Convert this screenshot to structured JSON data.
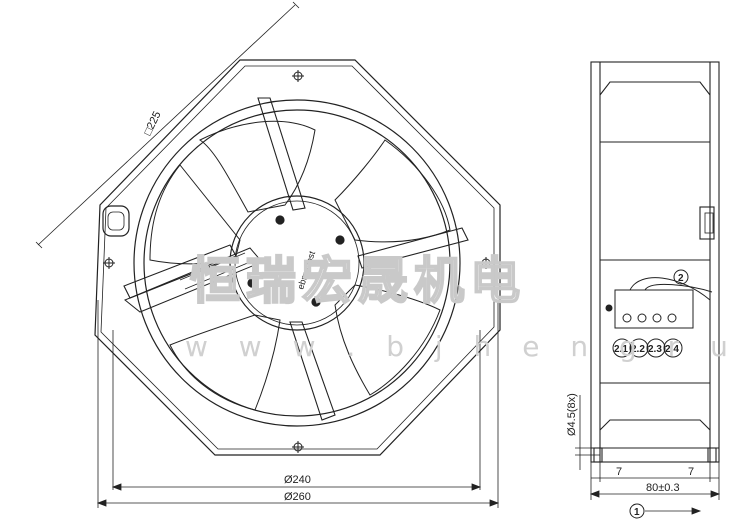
{
  "front_view": {
    "dim_diagonal": "□225",
    "dim_inner": "Ø240",
    "dim_outer": "Ø260",
    "hub_label": "ebmpapst"
  },
  "side_view": {
    "dim_hole": "Ø4.5(8x)",
    "dim_left": "7",
    "dim_right": "7",
    "dim_depth": "80±0.3",
    "callout_1": "1",
    "callout_2": "2",
    "terminals": [
      "2.1",
      "2.2",
      "2.3",
      "2.4"
    ]
  },
  "watermark": {
    "chinese": "恒瑞宏晟机电",
    "url": "w w w . b j h e n g r u i"
  }
}
